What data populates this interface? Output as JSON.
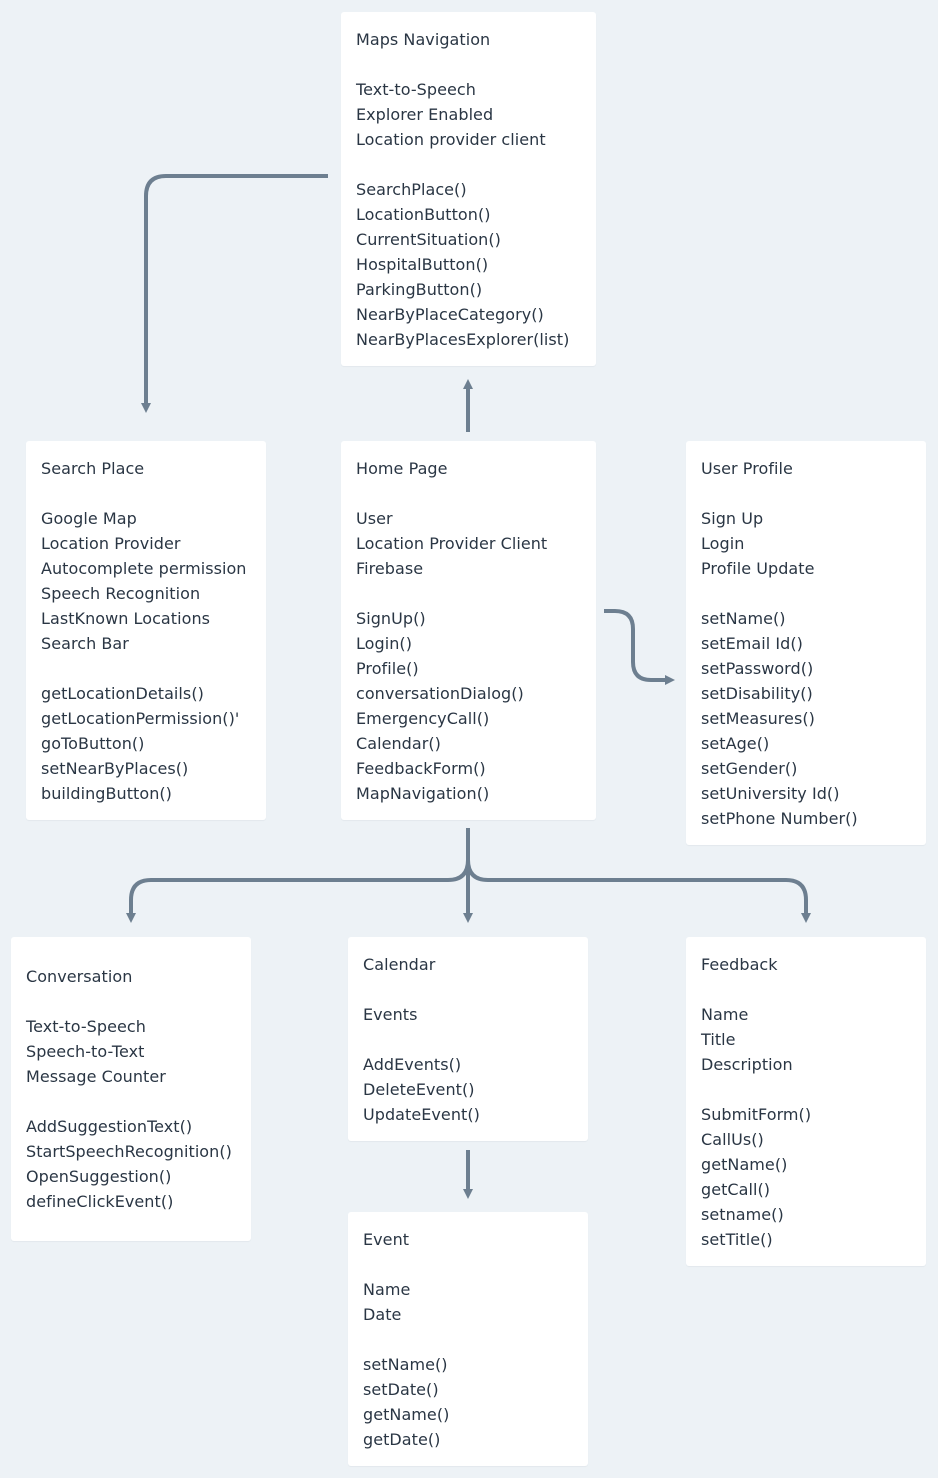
{
  "colors": {
    "background": "#edf2f6",
    "box": "#ffffff",
    "text": "#2a3644",
    "connector": "#6d7f90"
  },
  "boxes": {
    "maps_navigation": {
      "title": "Maps Navigation",
      "attributes": [
        "Text-to-Speech",
        "Explorer Enabled",
        "Location provider client"
      ],
      "methods": [
        "SearchPlace()",
        "LocationButton()",
        "CurrentSituation()",
        "HospitalButton()",
        "ParkingButton()",
        "NearByPlaceCategory()",
        "NearByPlacesExplorer(list)"
      ]
    },
    "search_place": {
      "title": "Search Place",
      "attributes": [
        "Google Map",
        "Location Provider",
        "Autocomplete permission",
        "Speech Recognition",
        "LastKnown Locations",
        "Search Bar"
      ],
      "methods": [
        "getLocationDetails()",
        "getLocationPermission()'",
        "goToButton()",
        "setNearByPlaces()",
        "buildingButton()"
      ]
    },
    "home_page": {
      "title": "Home Page",
      "attributes": [
        "User",
        "Location Provider Client",
        "Firebase"
      ],
      "methods": [
        "SignUp()",
        "Login()",
        "Profile()",
        "conversationDialog()",
        "EmergencyCall()",
        "Calendar()",
        "FeedbackForm()",
        "MapNavigation()"
      ]
    },
    "user_profile": {
      "title": "User Profile",
      "attributes": [
        "Sign Up",
        "Login",
        "Profile Update"
      ],
      "methods": [
        "setName()",
        "setEmail Id()",
        "setPassword()",
        "setDisability()",
        "setMeasures()",
        "setAge()",
        "setGender()",
        "setUniversity Id()",
        "setPhone Number()"
      ]
    },
    "conversation": {
      "title": "Conversation",
      "attributes": [
        "Text-to-Speech",
        "Speech-to-Text",
        "Message Counter"
      ],
      "methods": [
        "AddSuggestionText()",
        "StartSpeechRecognition()",
        "OpenSuggestion()",
        "defineClickEvent()"
      ]
    },
    "calendar": {
      "title": "Calendar",
      "attributes": [
        "Events"
      ],
      "methods": [
        "AddEvents()",
        "DeleteEvent()",
        "UpdateEvent()"
      ]
    },
    "feedback": {
      "title": "Feedback",
      "attributes": [
        "Name",
        "Title",
        "Description"
      ],
      "methods": [
        "SubmitForm()",
        "CallUs()",
        "getName()",
        "getCall()",
        "setname()",
        "setTitle()"
      ]
    },
    "event": {
      "title": "Event",
      "attributes": [
        "Name",
        "Date"
      ],
      "methods": [
        "setName()",
        "setDate()",
        "getName()",
        "getDate()"
      ]
    }
  }
}
